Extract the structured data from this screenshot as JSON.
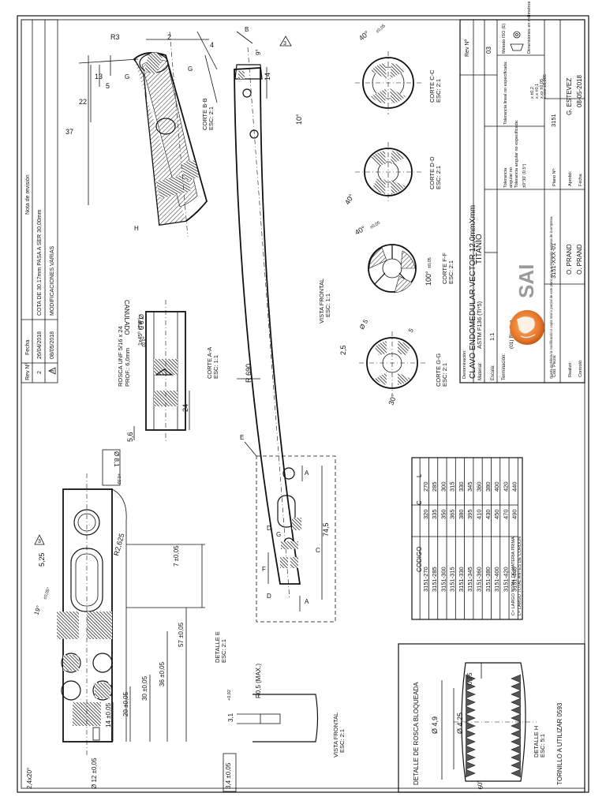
{
  "revision_table": {
    "headers": {
      "rev": "Rev Nº",
      "date": "Fecha",
      "note": "Nota de revisión"
    },
    "rows": [
      {
        "rev": "2",
        "date": "26/04/2018",
        "note": "COTA DE 30.17mm PASA A SER 30,00mm"
      },
      {
        "rev": "3",
        "date": "08/05/2018",
        "note": "MODIFICACIONES VARIAS"
      }
    ]
  },
  "title_block": {
    "denominacion_label": "Denominación:",
    "denominacion": "CLAVO ENDOMEDULAR VECTOR 12,0mmXmm",
    "denominacion_line2": "TITANIO",
    "rev_label": "Rev Nº",
    "rev_value": "03",
    "material_label": "Material:",
    "material": "ASTM F136 (Ti*5)",
    "escala_label": "Escala:",
    "escala": "1:1",
    "terminacion_label": "Terminación:",
    "terminacion": "(01) Blasting",
    "tol_ang_label": "Tolerancia angular no especificada:",
    "tol_ang": "±0°30' (0.5°)",
    "tol_lin_label": "Tolerancia lineal no especificada:",
    "tol_lin_1": "x ±0,2",
    "tol_lin_2": "x.x ±0,1",
    "tol_lin_3": "x.xx ±0,05",
    "tol_lin_4": "x.xxx ±0,005",
    "metodo_label": "Método ISO (E)",
    "dim_label": "Dimensiones en milímetros",
    "cod_pieza_label": "Cód. Pieza:",
    "cod_pieza": "3151-XXX-01",
    "plano_label": "Plano Nº:",
    "plano": "3151",
    "realizo_label": "Realizó:",
    "realizo": "O. PRAND",
    "aprobo_label": "Aprobó:",
    "aprobo": "G. ESTEVEZ",
    "controlo_label": "Controló:",
    "controlo": "O. PRAND",
    "fecha_label": "Fecha:",
    "fecha": "08-05-2018",
    "logo_text": "SAI",
    "disclaimer": "Queda prohibida la modificación o copia total o parcial de este plano sin la autorización expresa de la empresa."
  },
  "code_table": {
    "headers": [
      "CODIGO",
      "C",
      "L"
    ],
    "rows": [
      [
        "3151-270",
        "320",
        "270"
      ],
      [
        "3151-285",
        "335",
        "285"
      ],
      [
        "3151-300",
        "350",
        "300"
      ],
      [
        "3151-315",
        "365",
        "315"
      ],
      [
        "3151-330",
        "380",
        "330"
      ],
      [
        "3151-345",
        "395",
        "345"
      ],
      [
        "3151-360",
        "410",
        "360"
      ],
      [
        "3151-380",
        "430",
        "380"
      ],
      [
        "3151-400",
        "450",
        "400"
      ],
      [
        "3151-420",
        "470",
        "420"
      ],
      [
        "3151-440",
        "490",
        "440"
      ]
    ],
    "note_1": "C= LARGO TOTAL DE MATERIA PRIMA",
    "note_2": "L= LARGO TOTAL ANTES DE CORDON"
  },
  "views": {
    "corte_bb": "CORTE B-B",
    "corte_bb_esc": "ESC: 2:1",
    "corte_aa": "CORTE A-A",
    "corte_aa_esc": "ESC: 1:1",
    "corte_cc": "CORTE C-C",
    "corte_cc_esc": "ESC: 2:1",
    "corte_dd": "CORTE D-D",
    "corte_dd_esc": "ESC: 2:1",
    "corte_ff": "CORTE F-F",
    "corte_ff_esc": "ESC: 2:1",
    "corte_gg": "CORTE G-G",
    "corte_gg_esc": "ESC: 2:1",
    "vista_frontal_1": "VISTA FRONTAL",
    "vista_frontal_1_esc": "ESC: 1:1",
    "vista_frontal_2": "VISTA FRONTAL",
    "vista_frontal_2_esc": "ESC: 2:1",
    "detalle_e": "DETALLE E",
    "detalle_e_esc": "ESC: 2:1",
    "detalle_h": "DETALLE H",
    "detalle_h_esc": "ESC: 5:1",
    "rosca_bloqueada": "DETALLE DE ROSCA BLOQUEADA",
    "tornillo": "TORNILLO A UTILIZAR 0593",
    "canulado": "CANULADO",
    "rosca_unf": "ROSCA UNF 5/16 x 24",
    "prof": "PROF.: 6,0mm",
    "chamfer_tip": "1x45º (TIP)"
  },
  "dims": {
    "d_r3": "R3",
    "d_4": "4",
    "d_5": "5",
    "d_13": "13",
    "d_22": "22",
    "d_37": "37",
    "d_2_bb": "2",
    "d_b": "B",
    "d_14": "14",
    "d_10deg": "10°",
    "d_9deg": "9°",
    "d_r690": "R 690",
    "d_74_5": "74,5",
    "d_24": "24",
    "d_5_6": "5,6",
    "d_8_1": "Ø 8,1",
    "d_8_1_tol": "+0,02",
    "d_9_5": "Ø 9,5",
    "d_9_5_tol": "+0,02",
    "d_40deg_a": "40°",
    "d_40deg_tol_a": "±0,05",
    "d_40deg_b": "40°",
    "d_40deg_c": "40°",
    "d_40deg_tol_c": "±0,05",
    "d_100deg": "100°",
    "d_100deg_tol": "±0,05",
    "d_30deg": "30°",
    "d_2_5": "2,5",
    "d_5_gg": "Ø 5",
    "d_5_gg2": "5",
    "d_r2_625": "R2,625",
    "d_5_25": "5,25",
    "d_7": "7 ±0,05",
    "d_57": "57 ±0,05",
    "d_36": "36 ±0,05",
    "d_30": "30 ±0,05",
    "d_20": "20 ±0,05",
    "d_14e": "14 ±0,05",
    "d_19deg": "19°",
    "d_19deg_tol": "±0,05°",
    "d_2_4x20": "2,4x20°",
    "d_12": "Ø 12 ±0,05",
    "d_r0_5": "R0,5 (MAX.)",
    "d_3_1": "3,1",
    "d_3_1_tol": "+0,02",
    "d_3_4": "3,4 ±0,05",
    "d_4_9": "Ø 4,9",
    "d_4_25": "Ø 4,25",
    "d_0_75": "0,75",
    "d_60deg": "60°",
    "rev_mark": "3"
  }
}
